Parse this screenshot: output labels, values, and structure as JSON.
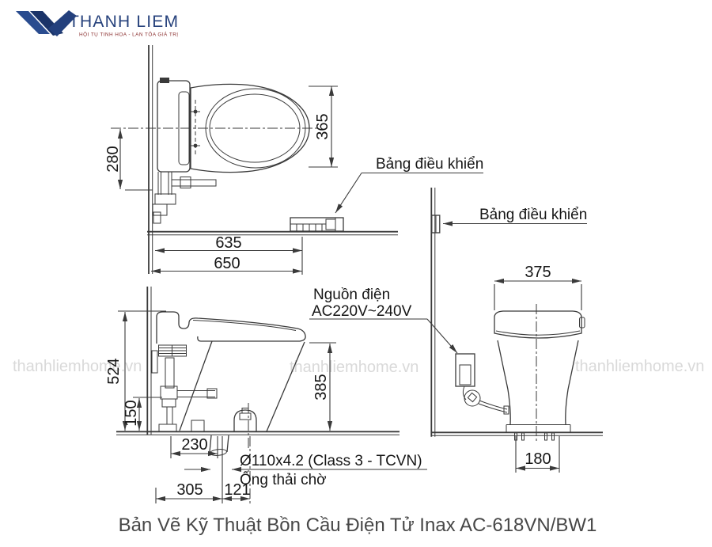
{
  "brand": {
    "name": "THANH LIEM",
    "tagline": "HỘI TỤ TINH HOA - LAN TỎA GIÁ TRỊ",
    "logo_color": "#23407d",
    "tagline_color": "#8b3030"
  },
  "watermark": {
    "text": "thanhliemhome.vn",
    "color": "#d9d9d9"
  },
  "caption": {
    "text": "Bản Vẽ Kỹ Thuật Bồn Cầu Điện Tử Inax AC-618VN/BW1",
    "color": "#474747"
  },
  "labels": {
    "control_panel": "Bảng điều khiển",
    "power_line1": "Nguồn điện",
    "power_line2": "AC220V~240V",
    "drain_spec": "Ø110x4.2 (Class 3 - TCVN)",
    "drain_pipe": "Ống thải chờ"
  },
  "dimensions": {
    "top_view": {
      "seat_width": "365",
      "supply_offset": "280",
      "depth_seat": "635",
      "depth_total": "650"
    },
    "side_view": {
      "total_height": "524",
      "supply_height": "150",
      "bowl_height": "385",
      "offset_230": "230",
      "offset_305": "305",
      "offset_121": "121"
    },
    "front_view": {
      "top_width": "375",
      "bolt_span": "180"
    }
  },
  "drawing_color": "#3a3a3a"
}
